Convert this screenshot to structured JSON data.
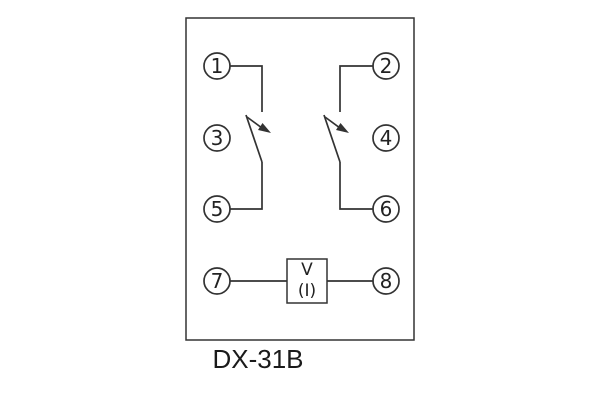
{
  "diagram": {
    "caption": "DX-31B",
    "terminals": {
      "t1": "1",
      "t2": "2",
      "t3": "3",
      "t4": "4",
      "t5": "5",
      "t6": "6",
      "t7": "7",
      "t8": "8"
    },
    "component": {
      "line1": "V",
      "line2": "(I)"
    },
    "colors": {
      "line": "#333333",
      "background": "#ffffff",
      "text": "#222222"
    }
  }
}
